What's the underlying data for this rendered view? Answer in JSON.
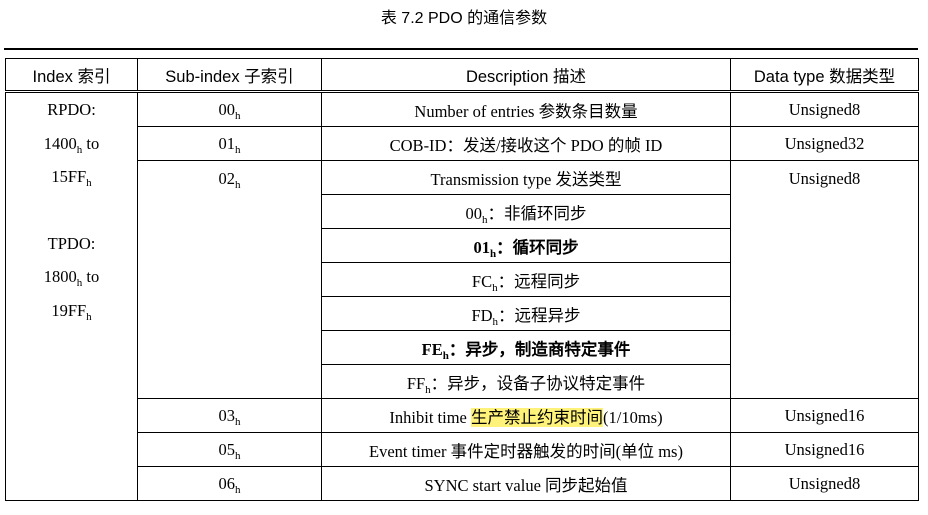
{
  "title": "表 7.2 PDO 的通信参数",
  "header": {
    "col_index": "Index 索引",
    "col_subindex": "Sub-index 子索引",
    "col_description": "Description 描述",
    "col_datatype": "Data type 数据类型"
  },
  "index_cell": {
    "rpdo_label": "RPDO:",
    "rpdo_from": "1400",
    "rpdo_to_word": " to",
    "rpdo_to": "15FF",
    "tpdo_label": "TPDO:",
    "tpdo_from": "1800",
    "tpdo_to_word": " to",
    "tpdo_to": "19FF",
    "hex_suffix": "h"
  },
  "rows": [
    {
      "sub": "00",
      "desc": "Number of entries 参数条目数量",
      "type": "Unsigned8"
    },
    {
      "sub": "01",
      "desc": "COB-ID：发送/接收这个 PDO 的帧 ID",
      "type": "Unsigned32"
    }
  ],
  "transmission": {
    "sub": "02",
    "type": "Unsigned8",
    "heading": "Transmission type 发送类型",
    "options": [
      {
        "code": "00",
        "text": "：非循环同步",
        "bold": false
      },
      {
        "code": "01",
        "text": "：循环同步",
        "bold": true
      },
      {
        "code": "FC",
        "text": "：远程同步",
        "bold": false
      },
      {
        "code": "FD",
        "text": "：远程异步",
        "bold": false
      },
      {
        "code": "FE",
        "text": "：异步，制造商特定事件",
        "bold": true
      },
      {
        "code": "FF",
        "text": "：异步，设备子协议特定事件",
        "bold": false
      }
    ]
  },
  "inhibit": {
    "sub": "03",
    "desc_prefix": "Inhibit time ",
    "desc_highlight": "生产禁止约束时间",
    "desc_suffix": "(1/10ms)",
    "type": "Unsigned16",
    "highlight_color": "#fff27a"
  },
  "rows_tail": [
    {
      "sub": "05",
      "desc": "Event timer 事件定时器触发的时间(单位 ms)",
      "type": "Unsigned16"
    },
    {
      "sub": "06",
      "desc": "SYNC start value 同步起始值",
      "type": "Unsigned8"
    }
  ]
}
